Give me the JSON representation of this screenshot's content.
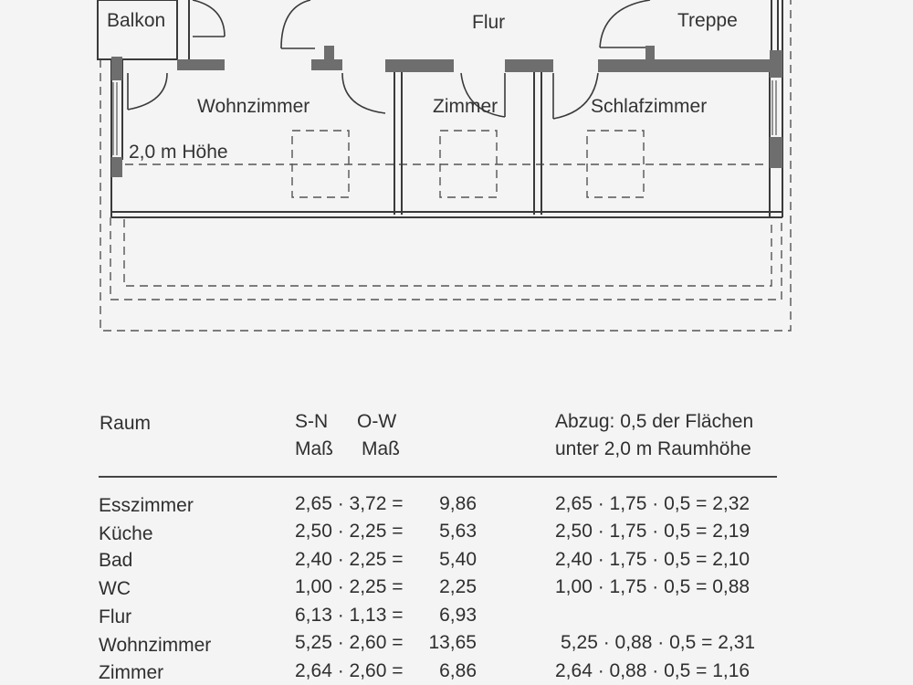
{
  "floor_plan": {
    "rooms": {
      "balkon": "Balkon",
      "flur": "Flur",
      "treppe": "Treppe",
      "wohnzimmer": "Wohnzimmer",
      "zimmer": "Zimmer",
      "schlafzimmer": "Schlafzimmer"
    },
    "height_line_label": "2,0 m Höhe"
  },
  "table": {
    "headers": {
      "room": "Raum",
      "sn_1": "S-N",
      "sn_2": "Maß",
      "ow_1": "O-W",
      "ow_2": "Maß",
      "deduction_1": "Abzug: 0,5 der Flächen",
      "deduction_2": "unter 2,0 m Raumhöhe"
    },
    "rows": [
      {
        "room": "Esszimmer",
        "calc": "2,65 · 3,72 =",
        "area": "9,86",
        "deduction": "2,65 · 1,75 · 0,5 = 2,32"
      },
      {
        "room": "Küche",
        "calc": "2,50 · 2,25 =",
        "area": "5,63",
        "deduction": "2,50 · 1,75 · 0,5 = 2,19"
      },
      {
        "room": "Bad",
        "calc": "2,40 · 2,25 =",
        "area": "5,40",
        "deduction": "2,40 · 1,75 · 0,5 = 2,10"
      },
      {
        "room": "WC",
        "calc": "1,00 · 2,25 =",
        "area": "2,25",
        "deduction": "1,00 · 1,75 · 0,5 = 0,88"
      },
      {
        "room": "Flur",
        "calc": "6,13 · 1,13 =",
        "area": "6,93",
        "deduction": ""
      },
      {
        "room": "Wohnzimmer",
        "calc": "5,25 · 2,60 =",
        "area": "13,65",
        "deduction": "5,25 · 0,88 · 0,5 = 2,31"
      },
      {
        "room": "Zimmer",
        "calc": "2,64 · 2,60 =",
        "area": "6,86",
        "deduction": "2,64 · 0,88 · 0,5 = 1,16"
      }
    ]
  }
}
